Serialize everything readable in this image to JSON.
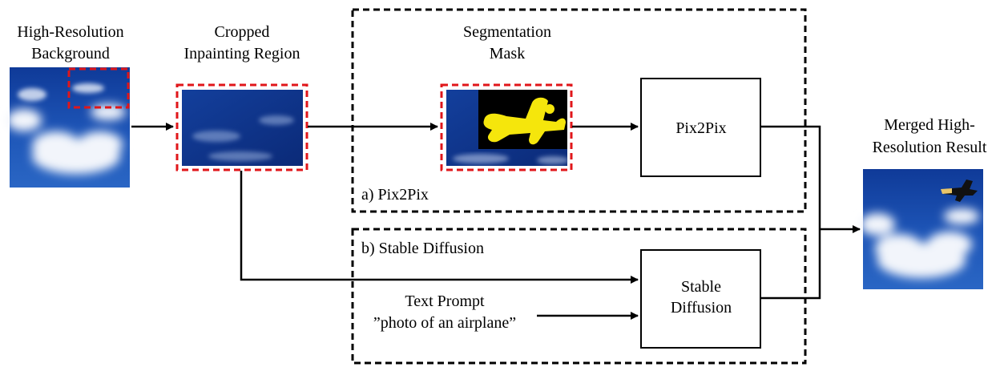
{
  "labels": {
    "background_line1": "High-Resolution",
    "background_line2": "Background",
    "cropped_line1": "Cropped",
    "cropped_line2": "Inpainting Region",
    "mask_line1": "Segmentation",
    "mask_line2": "Mask",
    "pix2pix_box": "Pix2Pix",
    "pix2pix_group": "a) Pix2Pix",
    "sd_group": "b) Stable Diffusion",
    "sd_box_line1": "Stable",
    "sd_box_line2": "Diffusion",
    "prompt_line1": "Text Prompt",
    "prompt_line2": "”photo of an airplane”",
    "result_line1": "Merged High-",
    "result_line2": "Resolution Result"
  },
  "colors": {
    "crop_highlight": "#e0161a",
    "sky_dark": "#0b2a78",
    "sky_mid": "#1f4fae",
    "cloud": "#e8eef8",
    "mask_background": "#000000",
    "mask_shape": "#f5e60c",
    "line": "#000000"
  }
}
